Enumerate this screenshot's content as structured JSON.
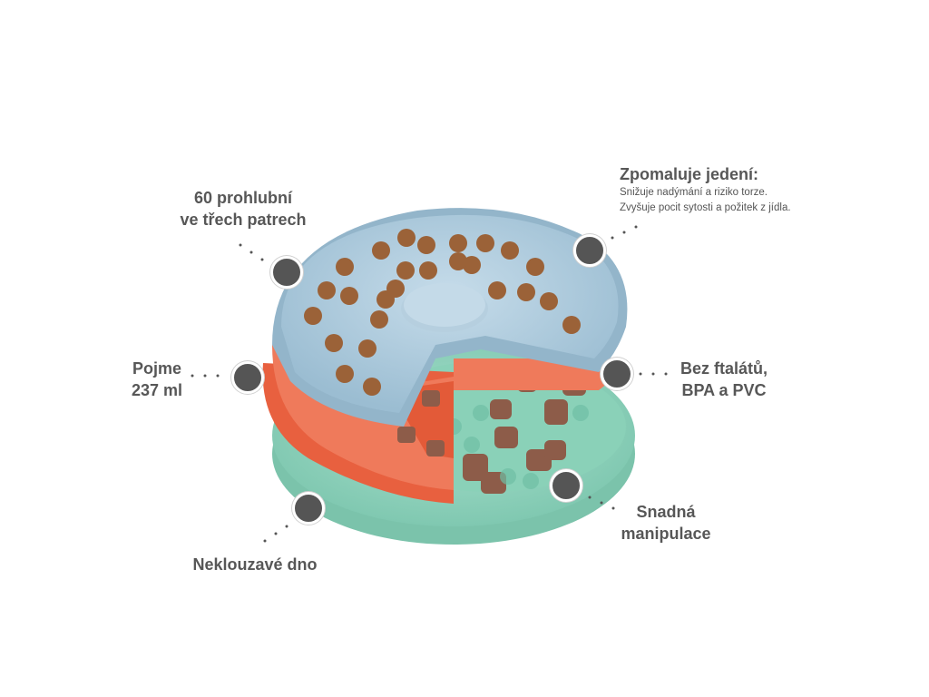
{
  "callouts": {
    "depressions": {
      "line1": "60 prohlubní",
      "line2": "ve třech patrech"
    },
    "slows": {
      "title": "Zpomaluje jedení:",
      "detail1": "Snižuje nadýmání a riziko torze.",
      "detail2": "Zvyšuje pocit sytosti a požitek z jídla."
    },
    "capacity": {
      "line1": "Pojme",
      "line2": "237 ml"
    },
    "free": {
      "line1": "Bez ftalátů,",
      "line2": "BPA a PVC"
    },
    "handling": {
      "line1": "Snadná",
      "line2": "manipulace"
    },
    "nonslip": {
      "line1": "Neklouzavé dno"
    }
  },
  "colors": {
    "tier_blue": "#a9c7da",
    "tier_coral": "#ec6e50",
    "tier_mint": "#8fd0bb",
    "marker": "#555555",
    "text": "#575757"
  }
}
